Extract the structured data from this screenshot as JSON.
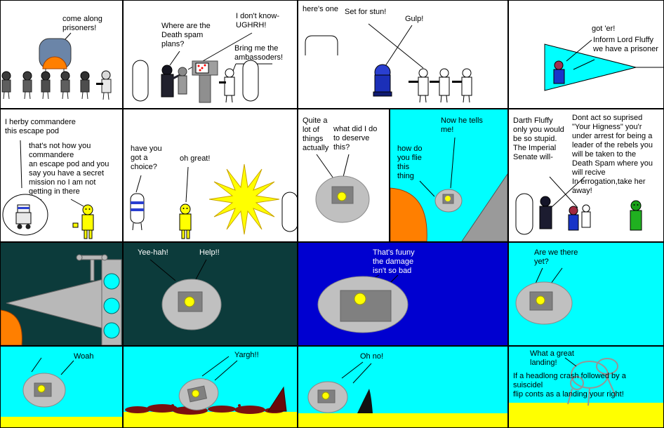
{
  "colors": {
    "sky_cyan": "#00ffff",
    "space_teal": "#0c3b3b",
    "space_blue": "#0000d0",
    "ground_yellow": "#ffff00",
    "planet_orange": "#ff7f00",
    "pod_gray": "#c0c0c0",
    "pod_window_gray": "#808080",
    "explosion_yellow": "#ffff00",
    "blood_maroon": "#7a1010",
    "droid_yellow": "#ffff00",
    "beam_cyan": "#00ffff"
  },
  "panels": {
    "r1p1": {
      "speech1": "come along\nprisoners!",
      "figures": [
        "doorway",
        "droid-group"
      ]
    },
    "r1p2": {
      "speech1": "Where are the\nDeath spam\nplans?",
      "speech2": "I don't know-\nUGHRH!",
      "speech3": "Bring me the\nambassoders!",
      "figures": [
        "door",
        "vader-figure",
        "choked-figure",
        "console",
        "trooper",
        "door"
      ]
    },
    "r1p3": {
      "speech1": "here's one",
      "speech2": "Set for stun!",
      "speech3": "Gulp!",
      "figures": [
        "hatch",
        "blue-droid",
        "trooper-squad"
      ]
    },
    "r1p4": {
      "speech1": "got 'er!",
      "speech2": "Inform Lord Fluffy\nwe have a prisoner",
      "figures": [
        "tractor-beam",
        "captured-princess"
      ]
    },
    "r2p1": {
      "speech1": "I herby commandere\nthis escape pod",
      "speech2": "that's not how you\ncommandere\nan escape pod and you\nsay you have a secret\nmission no I am not\ngetting in there",
      "figures": [
        "escape-pod-hatch",
        "small-droid",
        "gold-droid"
      ]
    },
    "r2p2": {
      "speech1": "have you\ngot a\nchoice?",
      "speech2": "oh great!",
      "figures": [
        "white-droid",
        "gold-droid",
        "explosion",
        "door"
      ]
    },
    "r2p3": {
      "speech1": "Quite a\nlot of\nthings\nactually",
      "speech2": "what did I do\nto deserve\nthis?",
      "figures": [
        "escape-pod"
      ]
    },
    "r2p4": {
      "speech1": "Now he tells\nme!",
      "speech2": "how do\nyou flie\nthis\nthing",
      "figures": [
        "planet-orange",
        "ship-wedge",
        "escape-pod"
      ]
    },
    "r2p5": {
      "speech1": "Darth Fluffy\nonly you would\nbe so stupid.\nThe Imperial\nSenate will-",
      "speech2": "Dont act so suprised\n\"Your Higness\" you'r\nunder arrest for being a\nleader of the rebels you\nwill be taken to the\nDeath Spam where you\nwill recive\nIn errogation,take her\naway!",
      "figures": [
        "door",
        "vader-figure",
        "princess",
        "trooper",
        "green-alien"
      ]
    },
    "r3p1": {
      "figures": [
        "planet-orange",
        "star-destroyer",
        "engine-lights"
      ]
    },
    "r3p2": {
      "speech1": "Yee-hah!",
      "speech2": "Help!!",
      "figures": [
        "escape-pod"
      ]
    },
    "r3p3": {
      "speech1": "That's fuuny\nthe damage\nisn't so bad",
      "figures": [
        "escape-pod"
      ]
    },
    "r3p4": {
      "speech1": "Are we there\nyet?",
      "figures": [
        "escape-pod"
      ]
    },
    "r4p1": {
      "speech1": "Woah",
      "figures": [
        "escape-pod",
        "ground"
      ]
    },
    "r4p2": {
      "speech1": "Yargh!!",
      "figures": [
        "escape-pod",
        "blood-splatter",
        "ground"
      ]
    },
    "r4p3": {
      "speech1": "Oh no!",
      "figures": [
        "escape-pod",
        "shark-fin",
        "ground"
      ]
    },
    "r4p4": {
      "speech1": "What a great\nlanding!",
      "speech2": "If a headlong crash followed by a\nsuiscidel\nflip conts as a landing your right!",
      "figures": [
        "crashed-pod-outline",
        "ground"
      ]
    }
  }
}
